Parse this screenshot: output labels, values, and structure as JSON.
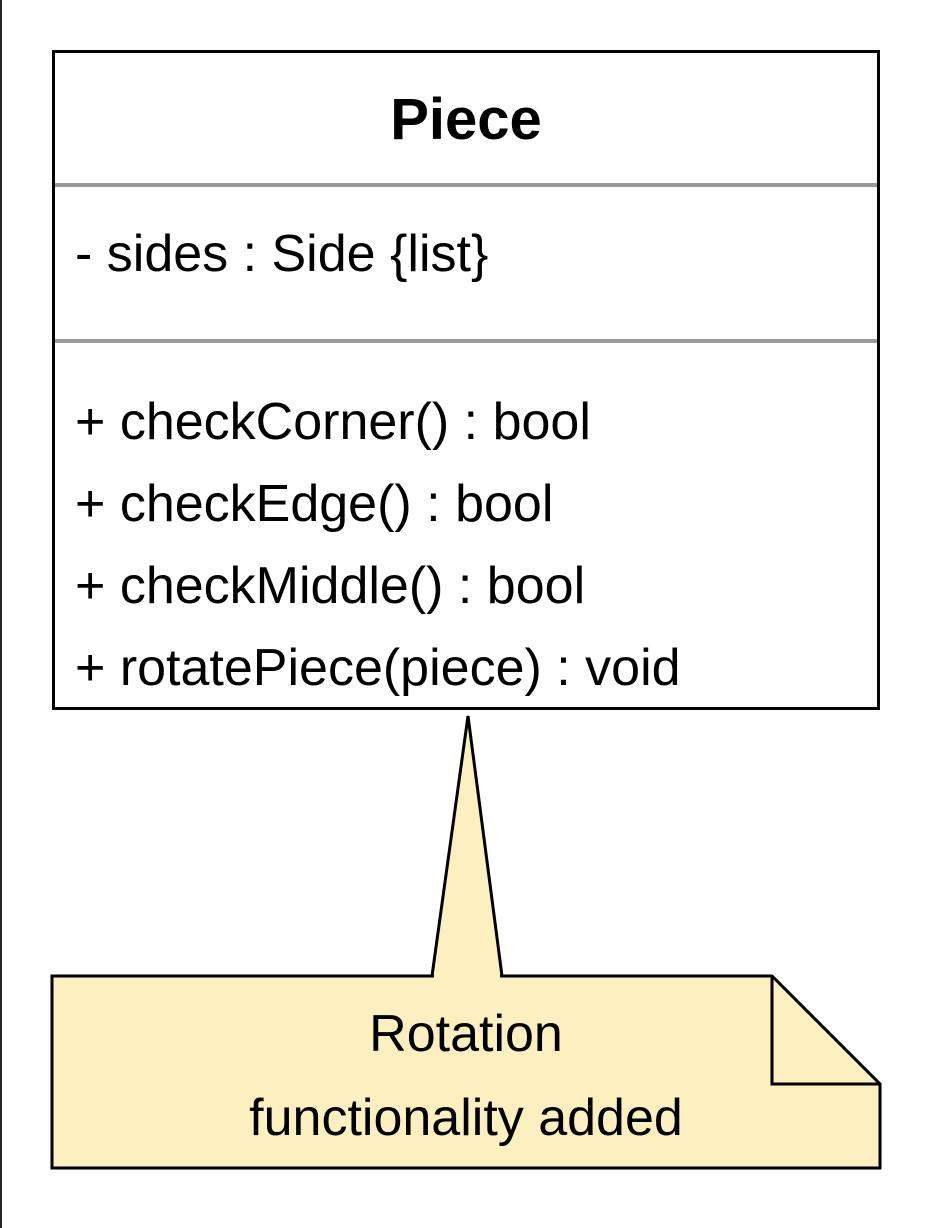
{
  "diagram": {
    "class": {
      "name": "Piece",
      "attributes": [
        "- sides : Side {list}"
      ],
      "operations": [
        "+ checkCorner() : bool",
        "+ checkEdge() : bool",
        "+ checkMiddle() : bool",
        "+ rotatePiece(piece) : void"
      ]
    },
    "note": {
      "lines": [
        "Rotation",
        "functionality added"
      ],
      "fill_color": "#fdf0c0"
    }
  }
}
